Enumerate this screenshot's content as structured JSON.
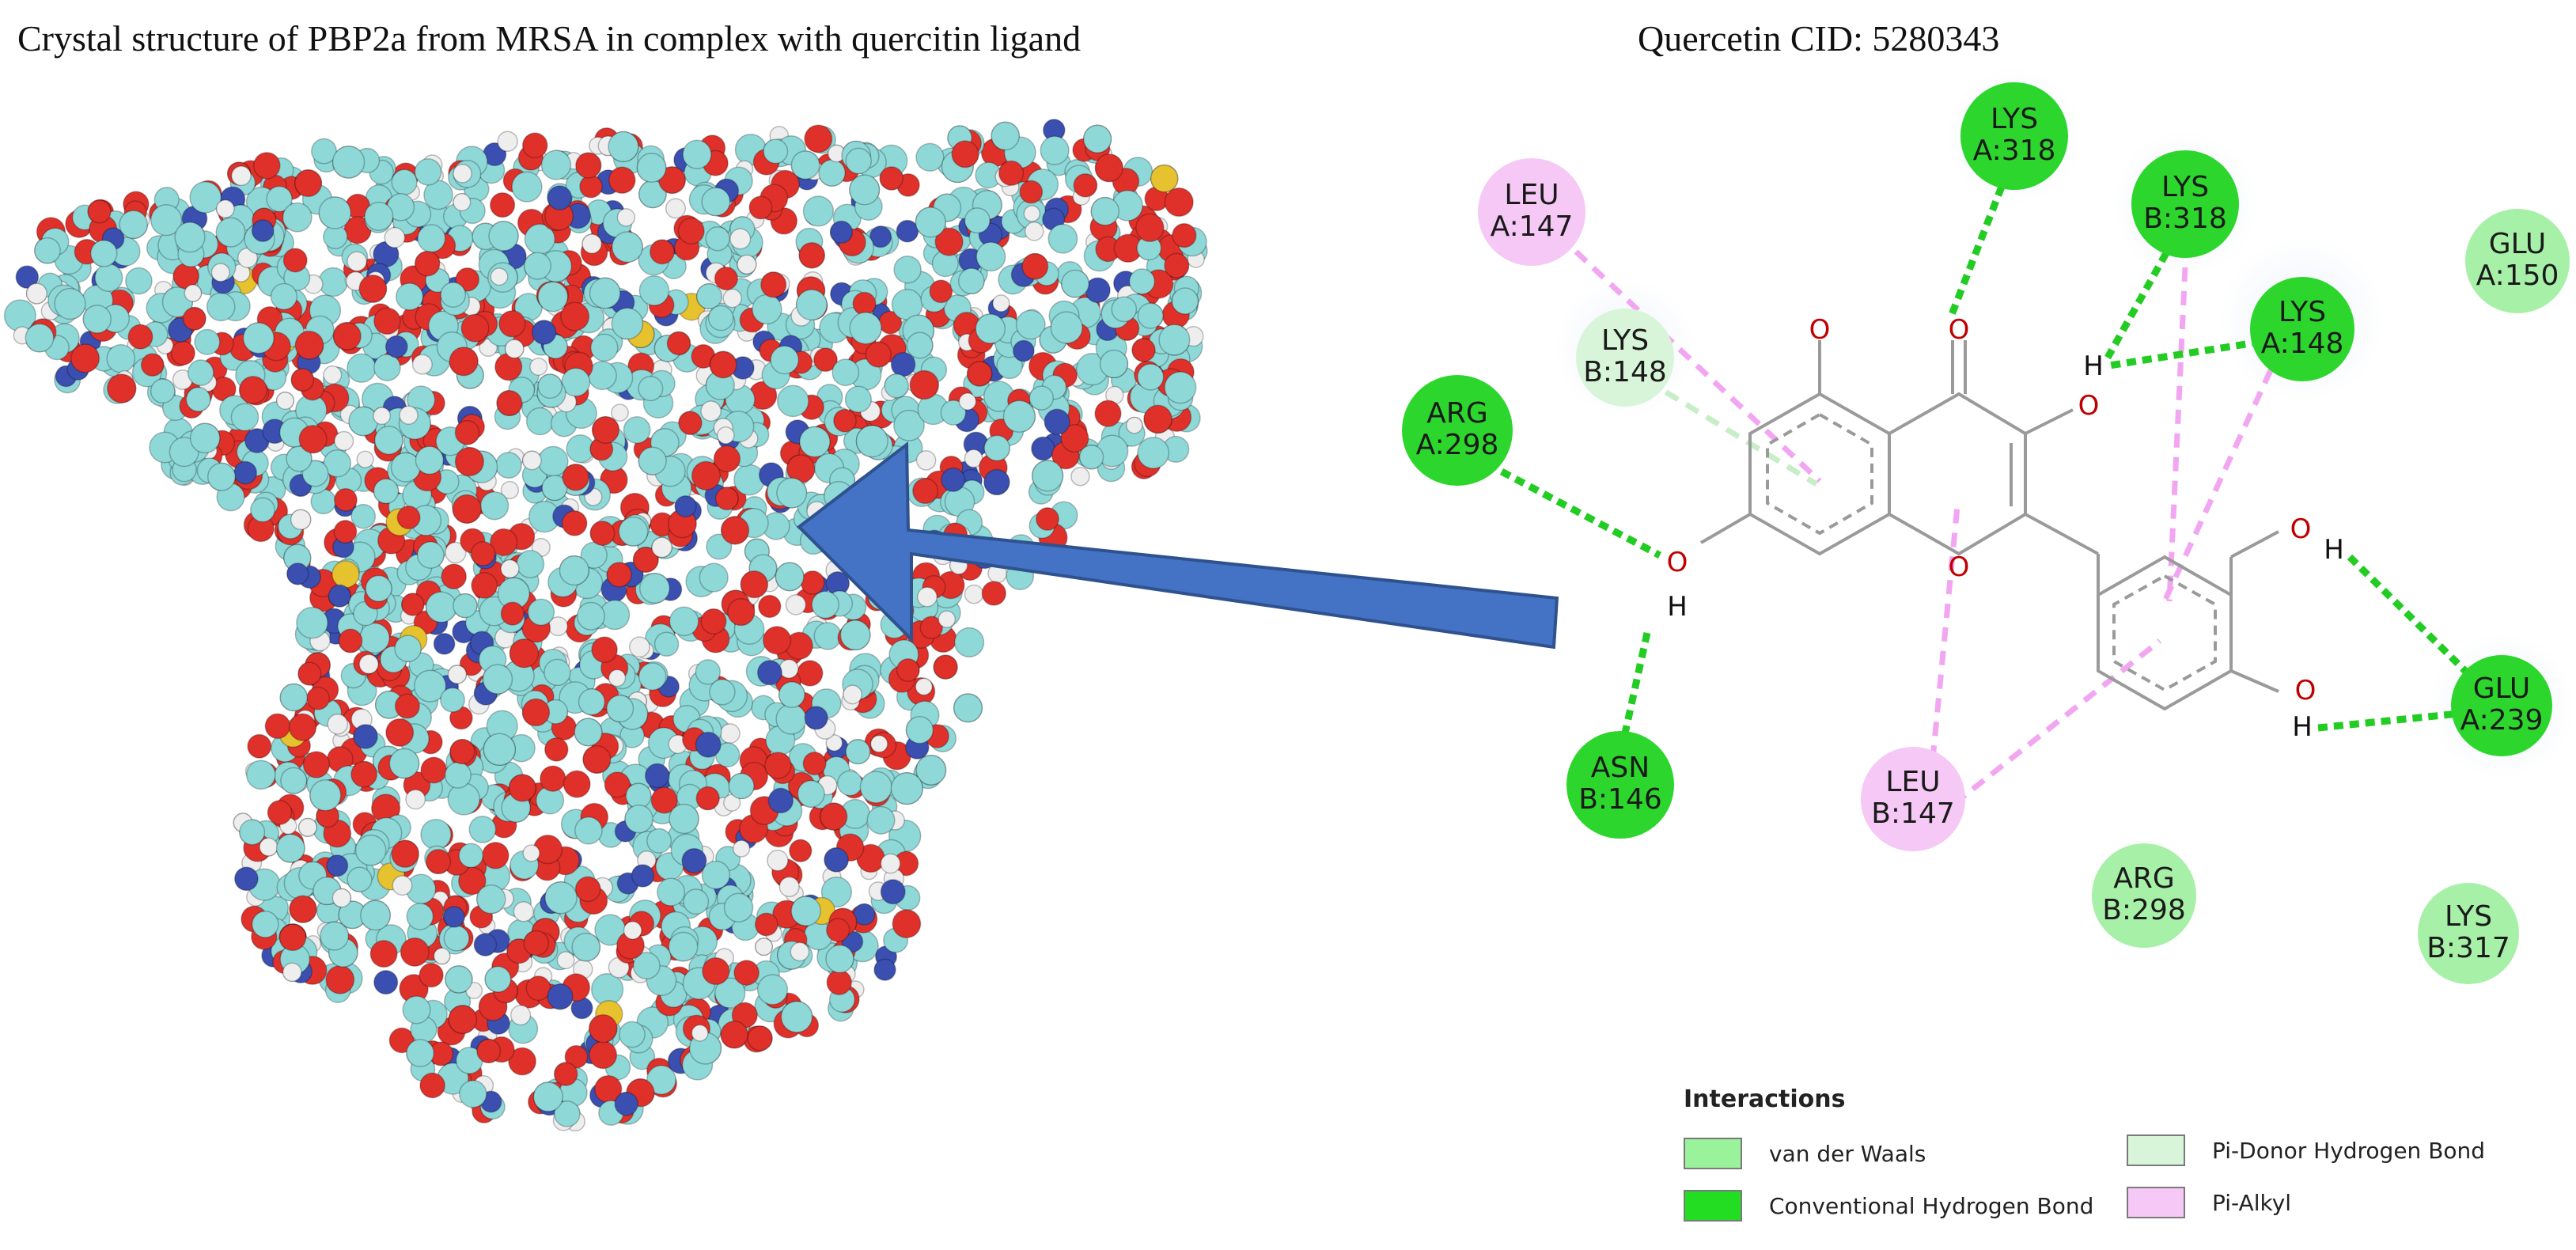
{
  "titles": {
    "structure": "Crystal structure of PBP2a from MRSA in complex with quercitin ligand",
    "ligand": "Quercetin CID: 5280343"
  },
  "molecule": {
    "atom_labels": {
      "O": "O",
      "H": "H"
    }
  },
  "residues": {
    "lys_a318": {
      "name": "LYS",
      "id": "A:318",
      "type": "conventional-hbond"
    },
    "lys_b318": {
      "name": "LYS",
      "id": "B:318",
      "type": "conventional-hbond"
    },
    "lys_a148": {
      "name": "LYS",
      "id": "A:148",
      "type": "conventional-hbond"
    },
    "leu_a147": {
      "name": "LEU",
      "id": "A:147",
      "type": "pi-alkyl"
    },
    "lys_b148": {
      "name": "LYS",
      "id": "B:148",
      "type": "pi-donor-hbond"
    },
    "arg_a298": {
      "name": "ARG",
      "id": "A:298",
      "type": "conventional-hbond"
    },
    "asn_b146": {
      "name": "ASN",
      "id": "B:146",
      "type": "conventional-hbond"
    },
    "leu_b147": {
      "name": "LEU",
      "id": "B:147",
      "type": "pi-alkyl"
    },
    "glu_a150": {
      "name": "GLU",
      "id": "A:150",
      "type": "van-der-waals"
    },
    "glu_a239": {
      "name": "GLU",
      "id": "A:239",
      "type": "conventional-hbond"
    },
    "arg_b298": {
      "name": "ARG",
      "id": "B:298",
      "type": "van-der-waals"
    },
    "lys_b317": {
      "name": "LYS",
      "id": "B:317",
      "type": "van-der-waals"
    }
  },
  "legend": {
    "title": "Interactions",
    "items": [
      {
        "label": "van der Waals",
        "color": "#9af29a"
      },
      {
        "label": "Conventional Hydrogen Bond",
        "color": "#22dd22"
      },
      {
        "label": "Pi-Donor Hydrogen Bond",
        "color": "#d9f5d9"
      },
      {
        "label": "Pi-Alkyl",
        "color": "#f5c8f5"
      }
    ]
  },
  "colors": {
    "hbond_line": "#22cc22",
    "pi_alkyl_line": "#f2a6f2",
    "pi_donor_line": "#c8eec8",
    "arrow_fill": "#4472c4",
    "arrow_stroke": "#2f528f",
    "atom_carbon": "#8ed8d8",
    "atom_oxygen": "#e0302a",
    "atom_nitrogen": "#3a4fb0",
    "atom_hydrogen": "#eeeeee",
    "atom_sulfur": "#e6c22e"
  }
}
